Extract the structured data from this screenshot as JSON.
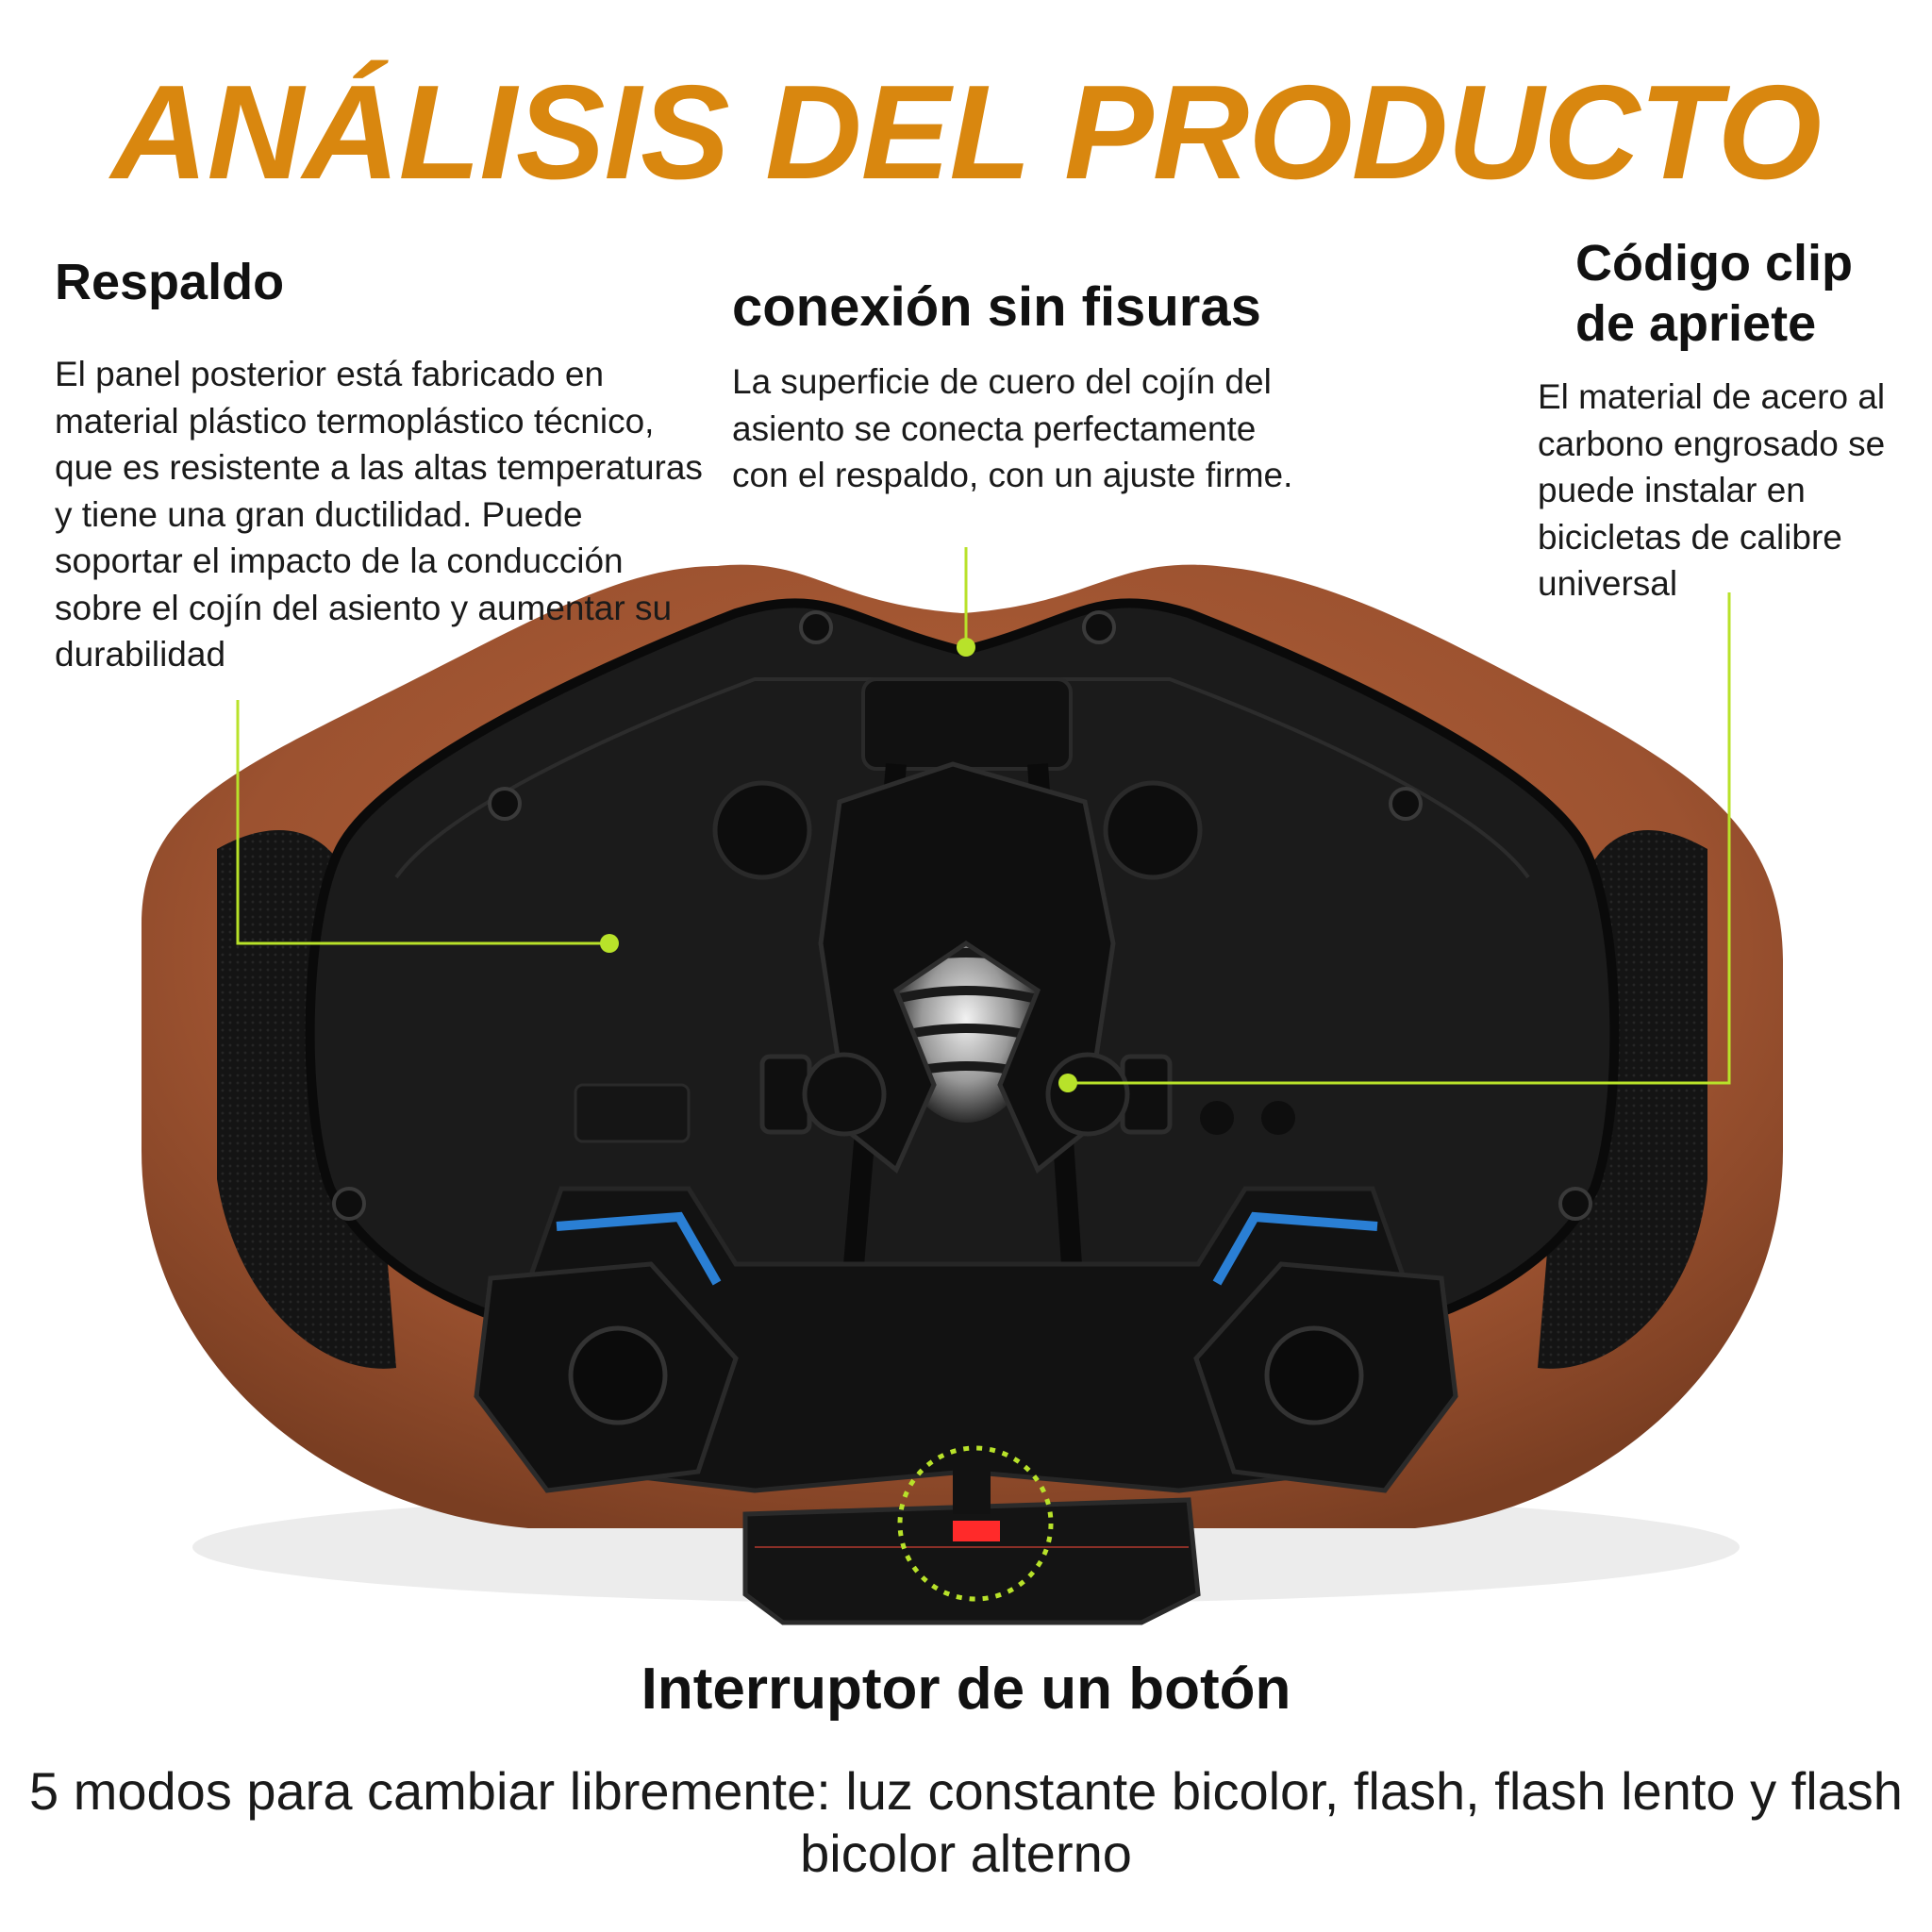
{
  "title": "ANÁLISIS DEL PRODUCTO",
  "features": {
    "respaldo": {
      "heading": "Respaldo",
      "description": "El panel posterior está fabricado en material plástico termoplástico técnico, que es resistente a las altas temperaturas y tiene una gran ductilidad. Puede soportar el impacto de la conducción sobre el cojín del asiento y aumentar su durabilidad"
    },
    "conexion": {
      "heading": "conexión sin fisuras",
      "description": "La superficie de cuero del cojín del asiento se conecta perfectamente con el respaldo, con un ajuste firme."
    },
    "clip": {
      "heading": "Código clip de apriete",
      "description": "El material de acero al carbono engrosado se puede instalar en bicicletas de calibre universal"
    },
    "interruptor": {
      "heading": "Interruptor de un botón",
      "description": "5 modos para cambiar libremente: luz constante bicolor, flash, flash lento y flash bicolor alterno"
    }
  },
  "colors": {
    "title": "#d9870f",
    "callout": "#b8e22a",
    "leather": "#a0522d",
    "accent_blue": "#2a7fd4",
    "led": "#ff2a2a"
  }
}
